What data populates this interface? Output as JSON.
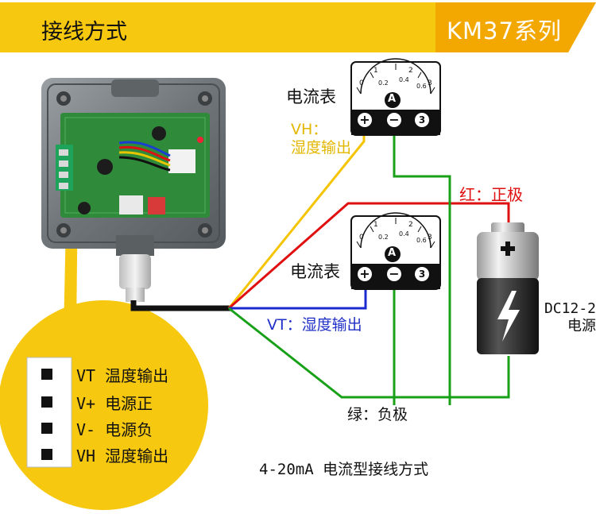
{
  "header": {
    "title": "接线方式",
    "series": "KM37系列",
    "bar_color": "#f7c810",
    "tab_color": "#f2a800"
  },
  "meters": [
    {
      "label": "电流表",
      "scale_numbers": [
        "0",
        "1",
        "2",
        "3"
      ],
      "scale_sub": [
        "0.2",
        "0.4",
        "0.6"
      ],
      "unit": "A",
      "plus": "+",
      "minus": "−",
      "third": "3"
    },
    {
      "label": "电流表",
      "scale_numbers": [
        "0",
        "1",
        "2",
        "3"
      ],
      "scale_sub": [
        "0.2",
        "0.4",
        "0.6"
      ],
      "unit": "A",
      "plus": "+",
      "minus": "−",
      "third": "3"
    }
  ],
  "wires": {
    "vh_label_1": "VH：",
    "vh_label_2": "湿度输出",
    "vt_label": "VT：湿度输出",
    "positive_label": "红：正极",
    "negative_label": "绿：负极",
    "colors": {
      "vh": "#f5c400",
      "vt": "#1a2ad0",
      "positive": "#e01010",
      "negative": "#18a018",
      "cable": "#111111"
    }
  },
  "power": {
    "line1": "DC12-2",
    "line2": "电源"
  },
  "terminal": {
    "rows": [
      {
        "text": "VT 温度输出"
      },
      {
        "text": "V+ 电源正"
      },
      {
        "text": "V- 电源负"
      },
      {
        "text": "VH 湿度输出"
      }
    ],
    "circle_color": "#f7c810"
  },
  "caption": "4-20mA 电流型接线方式"
}
